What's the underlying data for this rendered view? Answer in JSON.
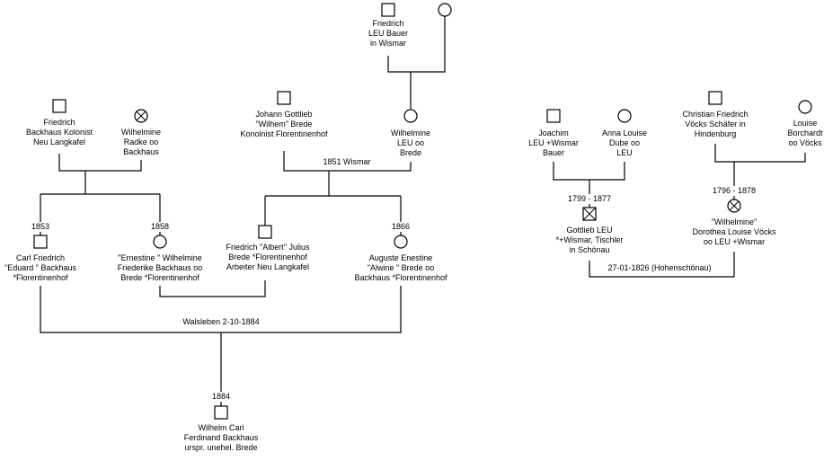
{
  "persons": {
    "friedrich_leu_bauer": {
      "sex": "male",
      "deceased": false,
      "lines": [
        "Friedrich",
        "LEU Bauer",
        "in Wismar"
      ]
    },
    "unknown_wife_top": {
      "sex": "female",
      "deceased": false,
      "lines": []
    },
    "friedrich_backhaus": {
      "sex": "male",
      "deceased": false,
      "lines": [
        "Friedrich",
        "Backhaus Kolonist",
        "Neu Langkafel"
      ]
    },
    "wilhelmine_radke": {
      "sex": "female",
      "deceased": true,
      "lines": [
        "Wilhelmine",
        "Radke oo",
        "Backhaus"
      ]
    },
    "johann_gottlieb_brede": {
      "sex": "male",
      "deceased": false,
      "lines": [
        "Johann Gottlieb",
        "\"Wilhem\" Brede",
        "Konolnist  Florentinenhof"
      ]
    },
    "wilhelmine_leu": {
      "sex": "female",
      "deceased": false,
      "lines": [
        "Wilhelmine",
        "LEU oo",
        "Brede"
      ]
    },
    "carl_friedrich_eduard": {
      "sex": "male",
      "deceased": false,
      "year": "1853",
      "lines": [
        "Carl Friedrich",
        "\"Eduard \" Backhaus",
        "*Florentinenhof"
      ]
    },
    "ernestine_wilhelmine": {
      "sex": "female",
      "deceased": false,
      "year": "1858",
      "lines": [
        "\"Ernestine \" Wilhelmine",
        "Friederike Backhaus oo",
        "Brede *Florentinenhof"
      ]
    },
    "friedrich_albert_julius": {
      "sex": "male",
      "deceased": false,
      "lines": [
        "Friedrich \"Albert\" Julius",
        "Brede *Florentinenhof",
        "Arbeiter Neu Langkafel"
      ]
    },
    "auguste_alwine": {
      "sex": "female",
      "deceased": false,
      "year": "1866",
      "lines": [
        "Auguste Enestine",
        "\"Alwine \" Brede oo",
        "Backhaus *Florentinenhof"
      ]
    },
    "wilhelm_carl_ferdinand": {
      "sex": "male",
      "deceased": false,
      "year": "1884",
      "lines": [
        "Wilhelm Carl",
        "Ferdinand Backhaus",
        "urspr. unehel. Brede"
      ]
    },
    "joachim_leu": {
      "sex": "male",
      "deceased": false,
      "lines": [
        "Joachim",
        "LEU +Wismar",
        "Bauer"
      ]
    },
    "anna_louise_dube": {
      "sex": "female",
      "deceased": false,
      "lines": [
        "Anna Louise",
        "Dube oo",
        "LEU"
      ]
    },
    "christian_friedrich_vocks": {
      "sex": "male",
      "deceased": false,
      "lines": [
        "Christian Friedrich",
        "Vöcks Schäfer in",
        "Hindenburg"
      ]
    },
    "louise_borchardt": {
      "sex": "female",
      "deceased": false,
      "lines": [
        "Louise",
        "Borchardt",
        "oo Vöcks"
      ]
    },
    "gottlieb_leu": {
      "sex": "male",
      "deceased": true,
      "year": "1799 - 1877",
      "lines": [
        "Gottlieb  LEU",
        "*+Wismar, Tischler",
        "in Schönau"
      ]
    },
    "wilhelmine_vocks": {
      "sex": "female",
      "deceased": true,
      "year": "1796 - 1878",
      "lines": [
        "\"Wilhelmine\"",
        "Dorothea Louise Vöcks",
        "oo LEU +Wismar"
      ]
    }
  },
  "marriages": {
    "brede_wismar": "1851 Wismar",
    "walsleben": "Walsleben 2-10-1884",
    "hohenschoenau": "27-01-1826 (Hohenschönau)"
  }
}
